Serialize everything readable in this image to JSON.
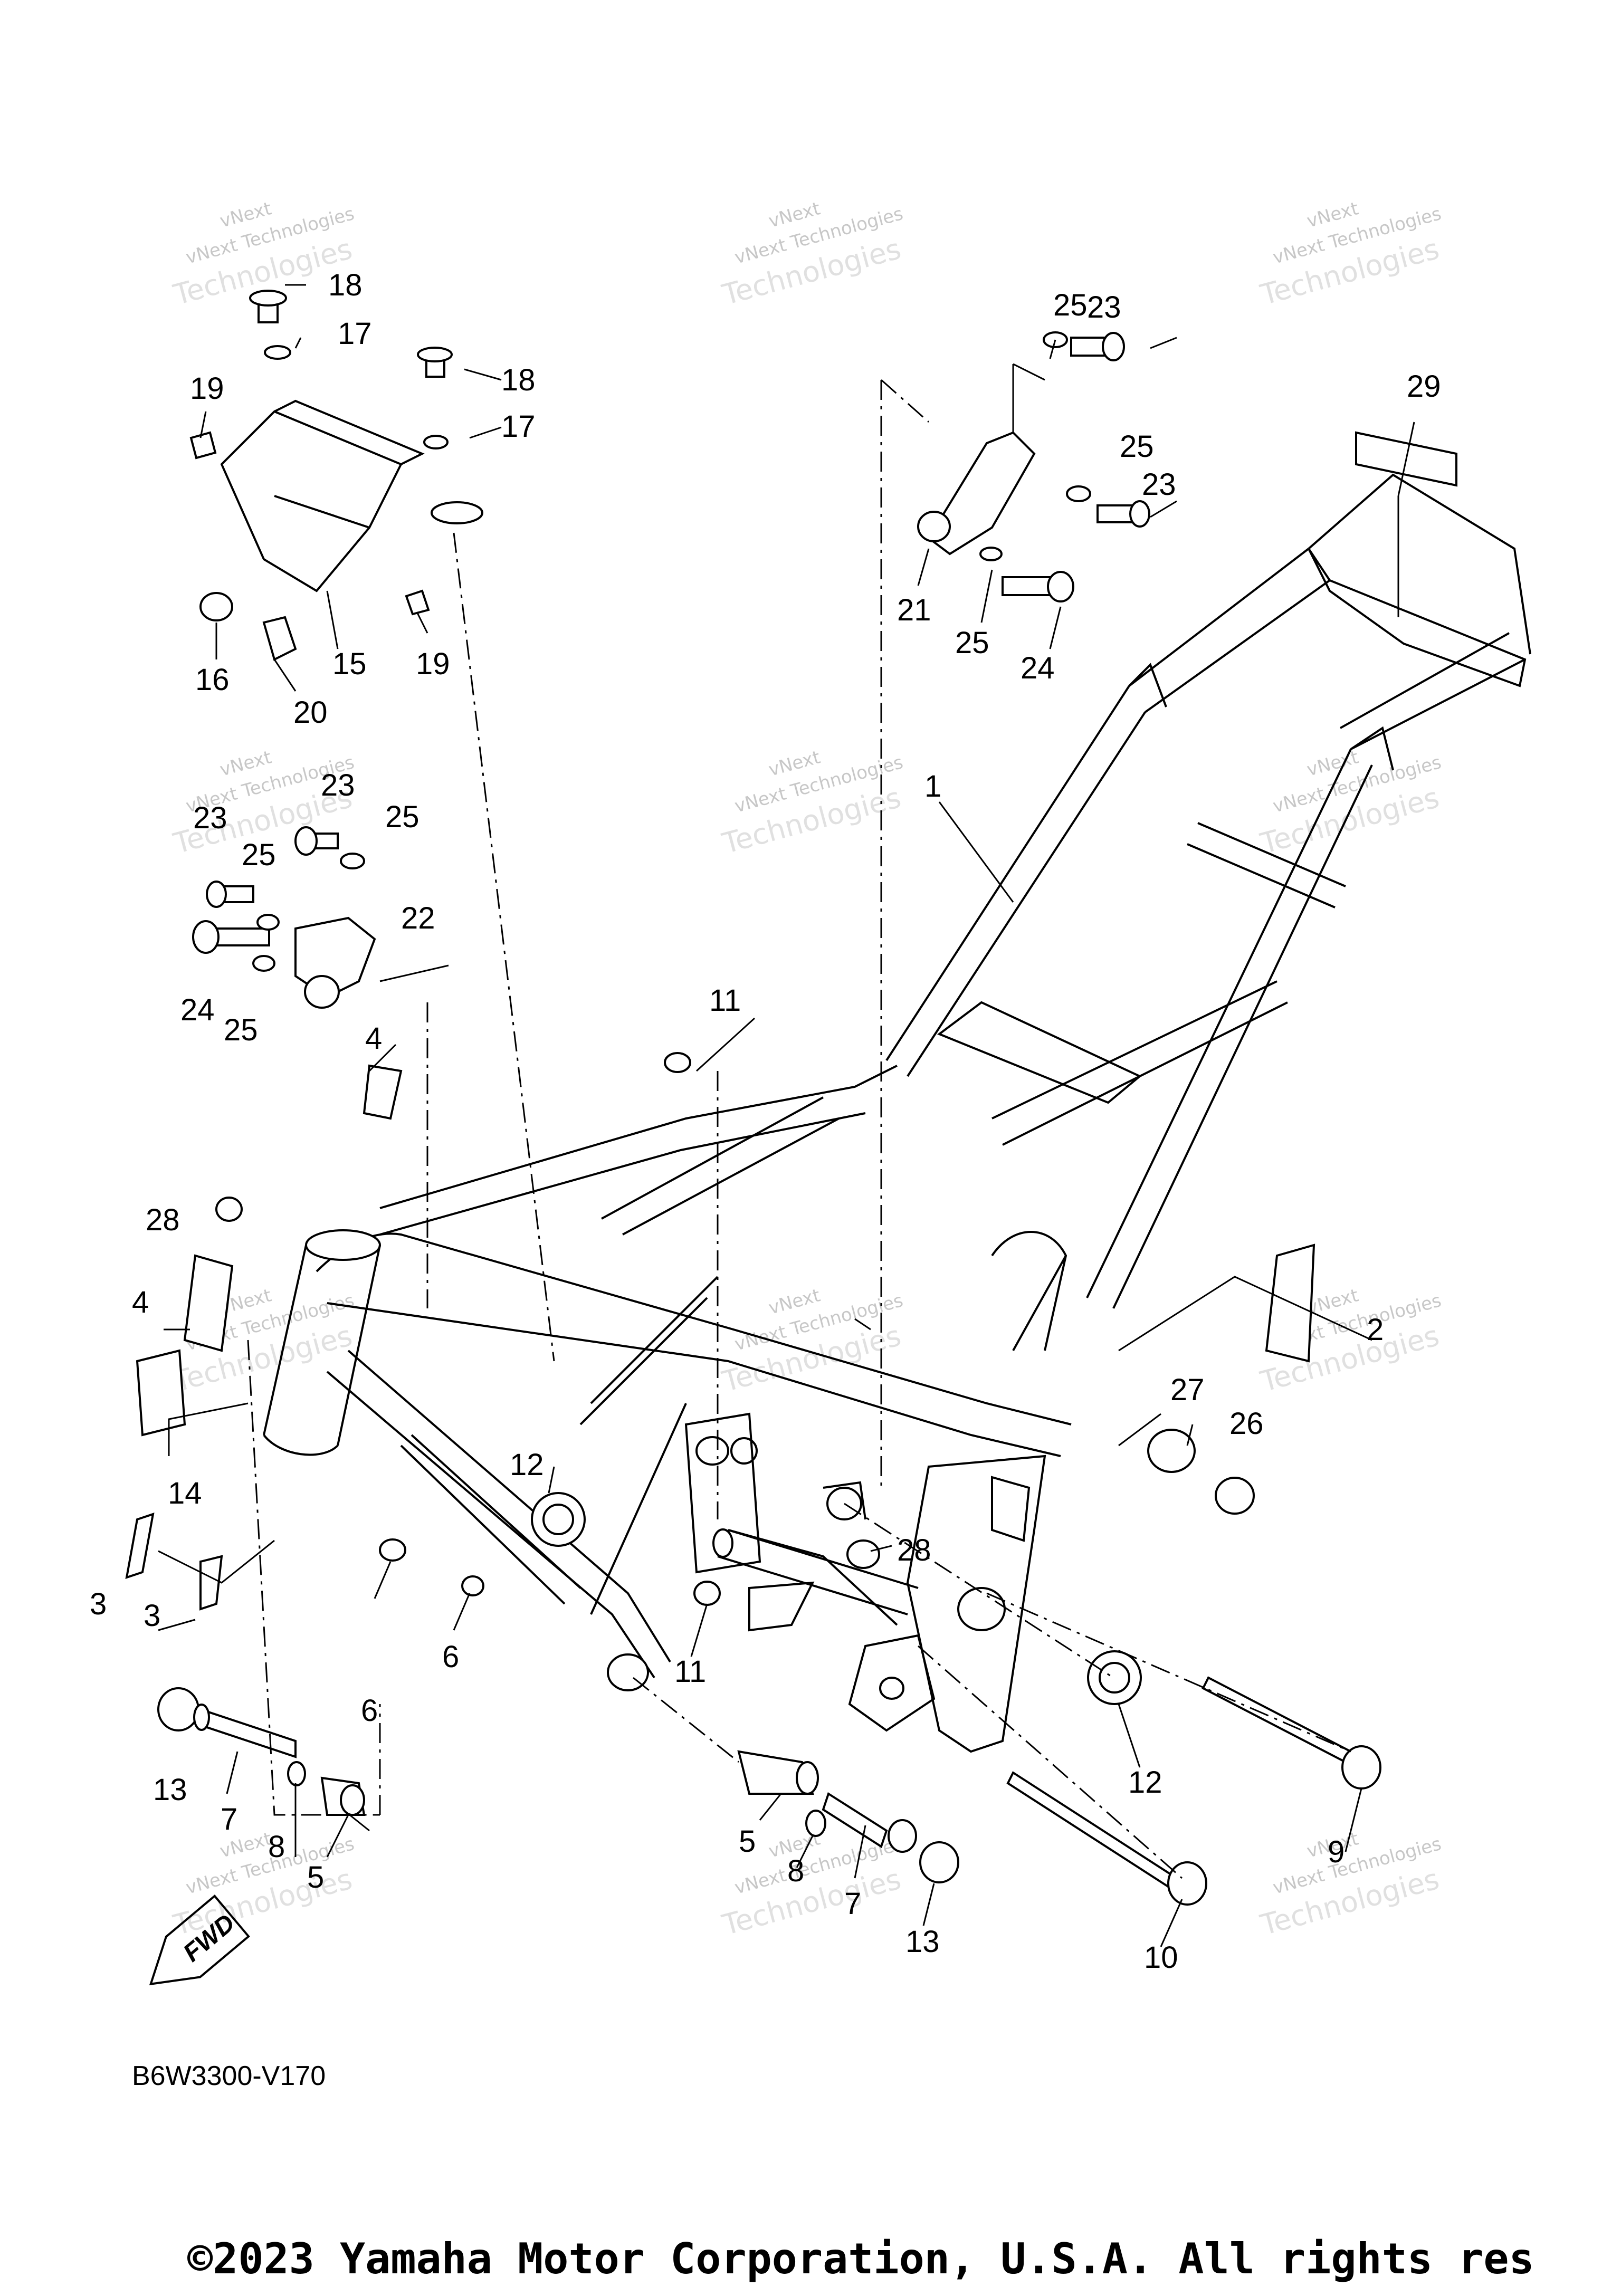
{
  "diagram": {
    "code": "B6W3300-V170",
    "fwd_label": "FWD",
    "copyright": "©2023 Yamaha Motor Corporation, U.S.A. All rights res",
    "watermark": [
      "vNext",
      "Technologies"
    ]
  },
  "callouts": [
    {
      "id": "c1",
      "label": "1"
    },
    {
      "id": "c2",
      "label": "2"
    },
    {
      "id": "c3a",
      "label": "3"
    },
    {
      "id": "c3b",
      "label": "3"
    },
    {
      "id": "c4a",
      "label": "4"
    },
    {
      "id": "c4b",
      "label": "4"
    },
    {
      "id": "c5a",
      "label": "5"
    },
    {
      "id": "c5b",
      "label": "5"
    },
    {
      "id": "c6a",
      "label": "6"
    },
    {
      "id": "c6b",
      "label": "6"
    },
    {
      "id": "c7a",
      "label": "7"
    },
    {
      "id": "c7b",
      "label": "7"
    },
    {
      "id": "c8a",
      "label": "8"
    },
    {
      "id": "c8b",
      "label": "8"
    },
    {
      "id": "c9",
      "label": "9"
    },
    {
      "id": "c10",
      "label": "10"
    },
    {
      "id": "c11a",
      "label": "11"
    },
    {
      "id": "c11b",
      "label": "11"
    },
    {
      "id": "c12a",
      "label": "12"
    },
    {
      "id": "c12b",
      "label": "12"
    },
    {
      "id": "c13a",
      "label": "13"
    },
    {
      "id": "c13b",
      "label": "13"
    },
    {
      "id": "c14",
      "label": "14"
    },
    {
      "id": "c15",
      "label": "15"
    },
    {
      "id": "c16",
      "label": "16"
    },
    {
      "id": "c17a",
      "label": "17"
    },
    {
      "id": "c17b",
      "label": "17"
    },
    {
      "id": "c18a",
      "label": "18"
    },
    {
      "id": "c18b",
      "label": "18"
    },
    {
      "id": "c19a",
      "label": "19"
    },
    {
      "id": "c19b",
      "label": "19"
    },
    {
      "id": "c20",
      "label": "20"
    },
    {
      "id": "c21",
      "label": "21"
    },
    {
      "id": "c22",
      "label": "22"
    },
    {
      "id": "c23a",
      "label": "23"
    },
    {
      "id": "c23b",
      "label": "23"
    },
    {
      "id": "c23c",
      "label": "23"
    },
    {
      "id": "c23d",
      "label": "23"
    },
    {
      "id": "c24a",
      "label": "24"
    },
    {
      "id": "c24b",
      "label": "24"
    },
    {
      "id": "c25a",
      "label": "25"
    },
    {
      "id": "c25b",
      "label": "25"
    },
    {
      "id": "c25c",
      "label": "25"
    },
    {
      "id": "c25d",
      "label": "25"
    },
    {
      "id": "c25e",
      "label": "25"
    },
    {
      "id": "c25f",
      "label": "25"
    },
    {
      "id": "c26",
      "label": "26"
    },
    {
      "id": "c27",
      "label": "27"
    },
    {
      "id": "c28a",
      "label": "28"
    },
    {
      "id": "c28b",
      "label": "28"
    },
    {
      "id": "c29",
      "label": "29"
    }
  ]
}
